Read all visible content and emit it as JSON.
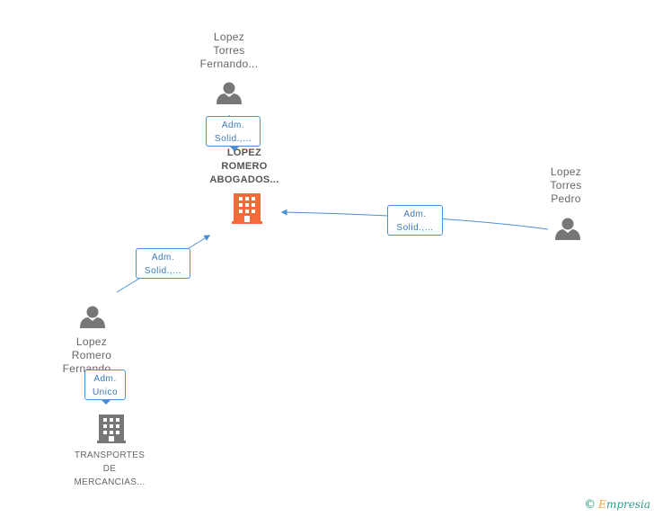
{
  "nodes": {
    "person_top": [
      "Lopez",
      "Torres",
      "Fernando..."
    ],
    "company_main": [
      "LOPEZ",
      "ROMERO",
      "ABOGADOS..."
    ],
    "person_right": [
      "Lopez",
      "Torres",
      "Pedro"
    ],
    "person_left": [
      "Lopez",
      "Romero",
      "Fernando..."
    ],
    "company_bottom": [
      "TRANSPORTES",
      "DE",
      "MERCANCIAS..."
    ]
  },
  "edges": {
    "top_to_main": [
      "Adm.",
      "Solid.,..."
    ],
    "right_to_main": [
      "Adm.",
      "Solid.,..."
    ],
    "left_to_main": [
      "Adm.",
      "Solid.,..."
    ],
    "left_to_bottom": [
      "Adm.",
      "Unico"
    ]
  },
  "colors": {
    "edge": "#4a90d9",
    "person_icon": "#777777",
    "company_main_icon": "#f26b3a",
    "company_other_icon": "#777777"
  },
  "icons": {
    "person": "person-icon",
    "company": "building-icon"
  },
  "brand": {
    "copyright": "©",
    "initial": "E",
    "rest": "mpresia"
  }
}
